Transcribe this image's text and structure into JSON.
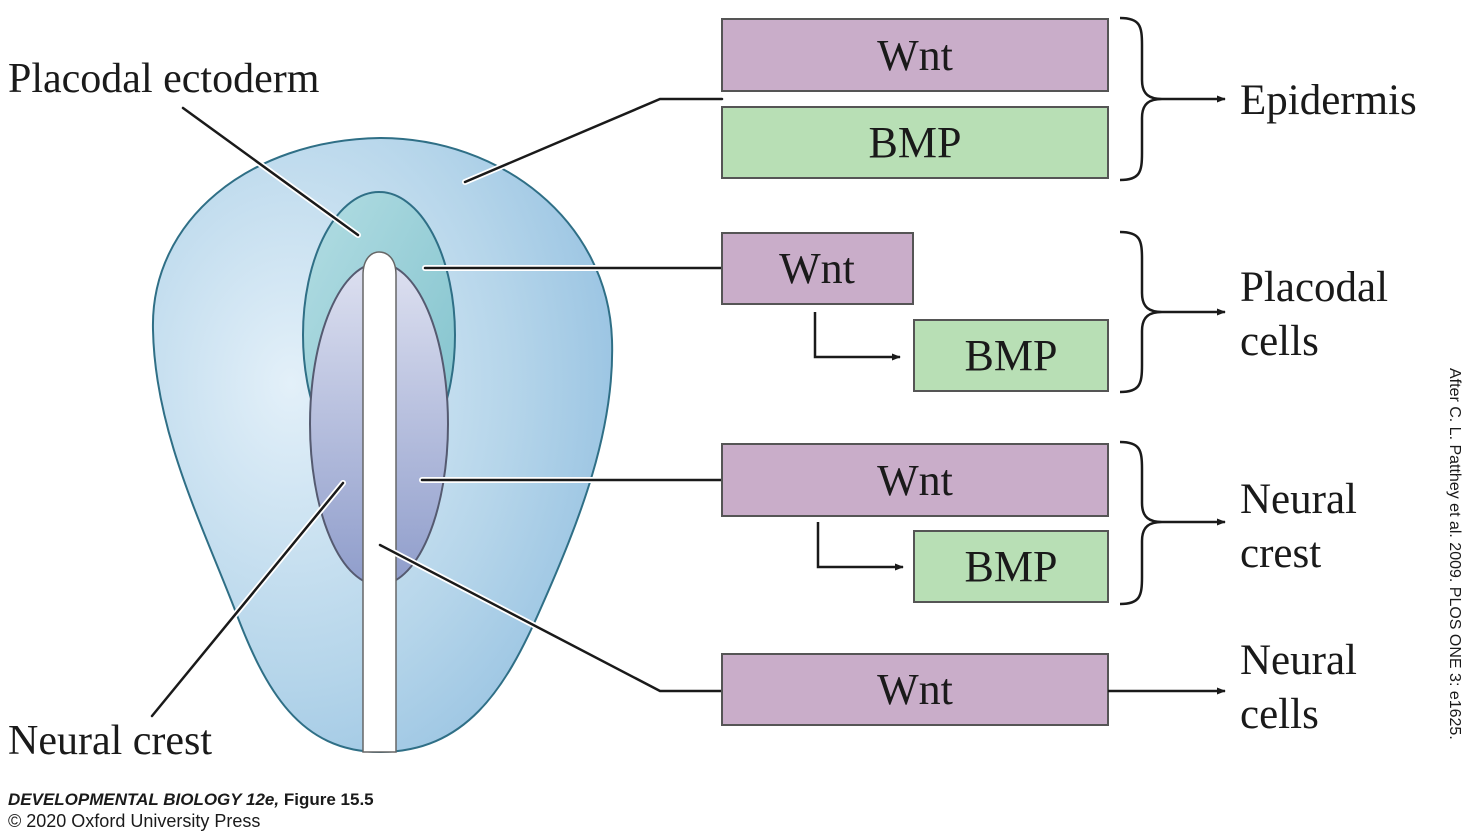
{
  "labels": {
    "placodal_ectoderm": "Placodal ectoderm",
    "neural_crest": "Neural crest"
  },
  "pathways": [
    {
      "boxes": [
        "Wnt",
        "BMP"
      ],
      "outcome": [
        "Epidermis"
      ]
    },
    {
      "boxes": [
        "Wnt",
        "BMP"
      ],
      "outcome": [
        "Placodal",
        "cells"
      ]
    },
    {
      "boxes": [
        "Wnt",
        "BMP"
      ],
      "outcome": [
        "Neural",
        "crest"
      ]
    },
    {
      "boxes": [
        "Wnt"
      ],
      "outcome": [
        "Neural",
        "cells"
      ]
    }
  ],
  "credit": {
    "book": "DEVELOPMENTAL BIOLOGY 12e,",
    "figure": "Figure 15.5",
    "copyright": "© 2020 Oxford University Press",
    "source": "After C. L. Patthey et al. 2009. PLOS ONE 3: e1625."
  },
  "colors": {
    "wnt_box": "#c9adc9",
    "bmp_box": "#b8dfb5",
    "epidermis": "#a9cde6",
    "placodal_region": "#8fcad3",
    "neural_region": "#aab4d8"
  }
}
